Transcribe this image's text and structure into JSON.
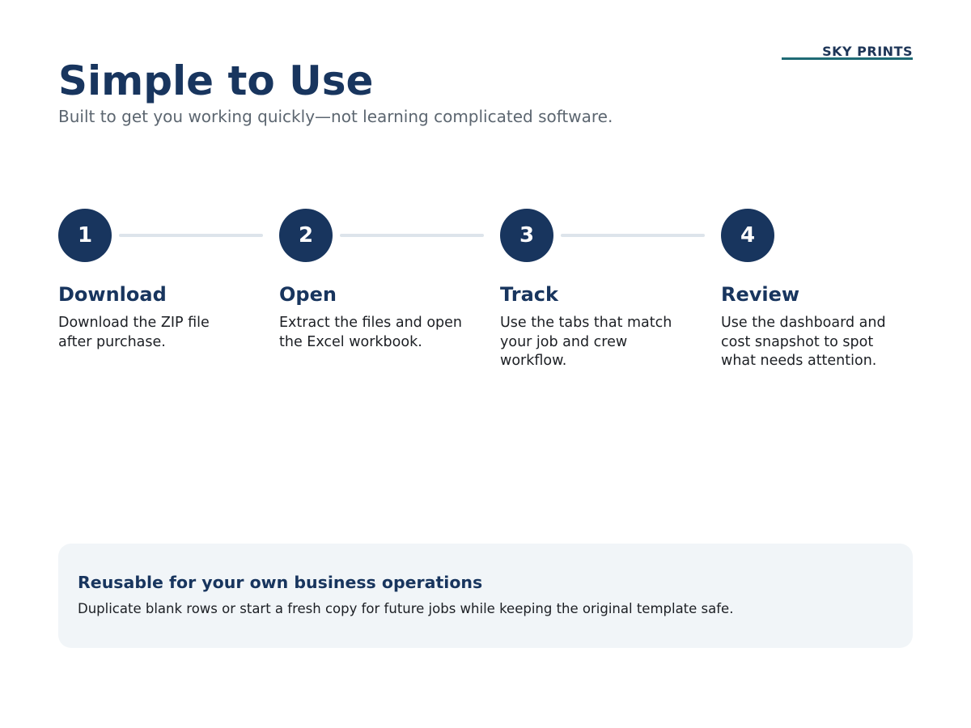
{
  "brand": {
    "name": "SKY PRINTS"
  },
  "header": {
    "title": "Simple to Use",
    "subtitle": "Built to get you working quickly—not learning complicated software."
  },
  "steps": [
    {
      "number": "1",
      "title": "Download",
      "description": "Download the ZIP file after purchase."
    },
    {
      "number": "2",
      "title": "Open",
      "description": "Extract the files and open the Excel workbook."
    },
    {
      "number": "3",
      "title": "Track",
      "description": "Use the tabs that match your job and crew workflow."
    },
    {
      "number": "4",
      "title": "Review",
      "description": "Use the dashboard and cost snapshot to spot what needs attention."
    }
  ],
  "callout": {
    "title": "Reusable for your own business operations",
    "text": "Duplicate blank rows or start a fresh copy for future jobs while keeping the original template safe."
  },
  "colors": {
    "primary": "#18355e",
    "accent_line": "#1f6b75",
    "connector": "#dde4eb",
    "panel_background": "#f1f5f8",
    "subtitle_text": "#5c6670"
  }
}
